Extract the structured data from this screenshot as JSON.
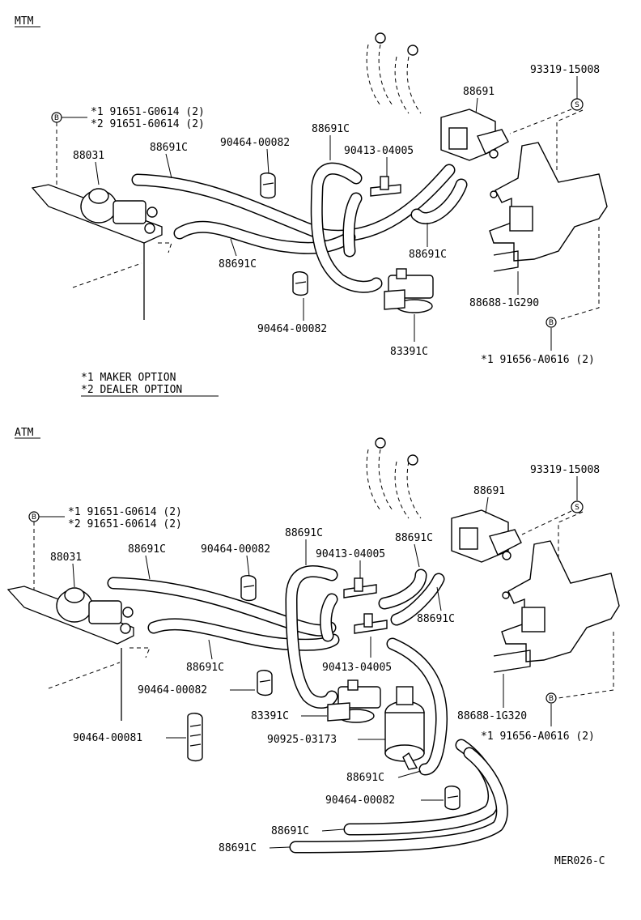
{
  "diagram": {
    "footer_code": "MER026-C",
    "sections": [
      {
        "title": "MTM",
        "legend": [
          "*1 MAKER OPTION",
          "*2 DEALER OPTION"
        ],
        "labels": {
          "opt_top": "*1 91651-G0614 (2)",
          "opt_bottom": "*2 91651-60614 (2)",
          "p88031": "88031",
          "hose_left_upper": "88691C",
          "clamp_upper": "90464-00082",
          "hose_mid_upper": "88691C",
          "tee_upper": "90413-04005",
          "vsv": "88691",
          "screw": "93319-15008",
          "hose_right": "88691C",
          "hose_left_lower": "88691C",
          "clamp_lower": "90464-00082",
          "bracket": "88688-1G290",
          "valve": "83391C",
          "bolt_right": "*1 91656-A0616 (2)"
        }
      },
      {
        "title": "ATM",
        "labels": {
          "opt_top": "*1 91651-G0614 (2)",
          "opt_bottom": "*2 91651-60614 (2)",
          "p88031": "88031",
          "hose_left_upper": "88691C",
          "clamp_upper": "90464-00082",
          "hose_mid_upper": "88691C",
          "hose_mid_right": "88691C",
          "tee_upper": "90413-04005",
          "vsv": "88691",
          "screw": "93319-15008",
          "hose_right_small": "88691C",
          "hose_left_lower": "88691C",
          "tee_lower": "90413-04005",
          "clamp_mid": "90464-00082",
          "valve": "83391C",
          "clamp_left": "90464-00081",
          "filter": "90925-03173",
          "hose_lower_long": "88691C",
          "clamp_bottom": "90464-00082",
          "bracket": "88688-1G320",
          "bolt_right": "*1 91656-A0616 (2)",
          "hose_bottom_1": "88691C",
          "hose_bottom_2": "88691C"
        }
      }
    ],
    "markers": {
      "bolt": "B",
      "screw": "S"
    }
  }
}
